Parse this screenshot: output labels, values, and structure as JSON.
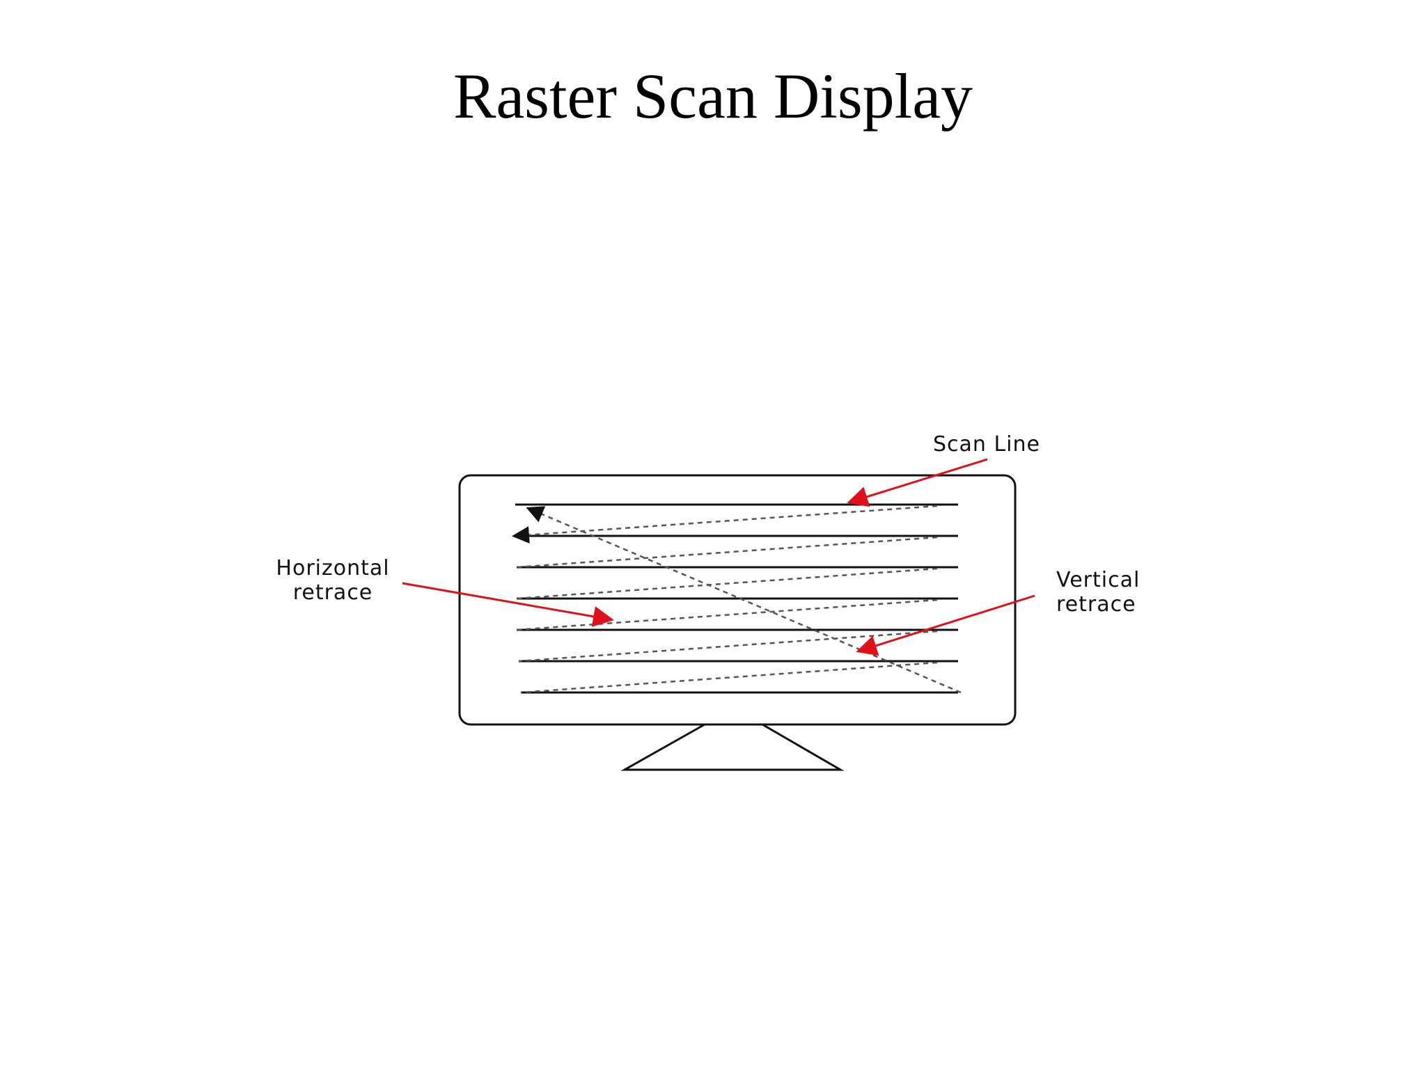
{
  "title": "Raster Scan Display",
  "labels": {
    "scan_line": "Scan Line",
    "horizontal_retrace": [
      "Horizontal",
      "retrace"
    ],
    "vertical_retrace": [
      "Vertical",
      "retrace"
    ]
  },
  "colors": {
    "arrow": "#e0101a",
    "line": "#111111",
    "dashed": "#555555"
  },
  "diagram": {
    "scan_line_count": 7
  }
}
